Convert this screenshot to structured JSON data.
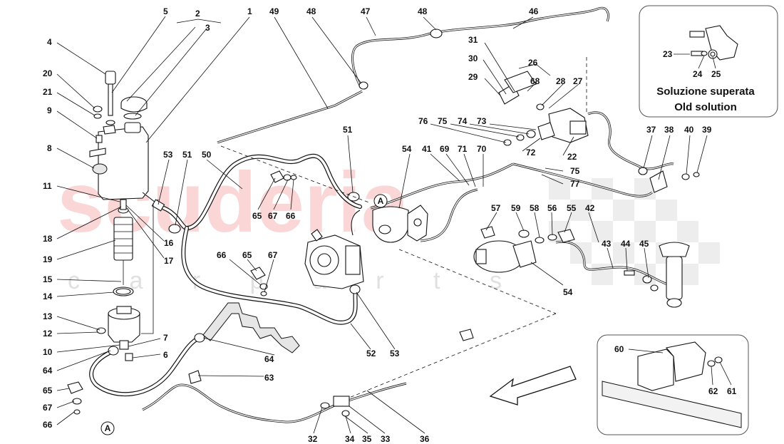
{
  "watermark": {
    "brand": "scuderia",
    "sub": "c a r p a r t s",
    "color": "#f08a8a"
  },
  "inset_top_right": {
    "line1": "Soluzione superata",
    "line2": "Old solution",
    "labels": [
      "23",
      "24",
      "25"
    ]
  },
  "inset_bottom_right": {
    "labels": [
      "60",
      "62",
      "61"
    ]
  },
  "circle_ref": "A",
  "labels": {
    "l1": "1",
    "l2": "2",
    "l3": "3",
    "l4": "4",
    "l5": "5",
    "l6": "6",
    "l7": "7",
    "l8": "8",
    "l9": "9",
    "l10": "10",
    "l11": "11",
    "l12": "12",
    "l13": "13",
    "l14": "14",
    "l15": "15",
    "l16": "16",
    "l17": "17",
    "l18": "18",
    "l19": "19",
    "l20": "20",
    "l21": "21",
    "l22": "22",
    "l26": "26",
    "l27": "27",
    "l28": "28",
    "l29": "29",
    "l30": "30",
    "l31": "31",
    "l32": "32",
    "l33": "33",
    "l34": "34",
    "l35": "35",
    "l36": "36",
    "l37": "37",
    "l38": "38",
    "l39": "39",
    "l40": "40",
    "l41": "41",
    "l42": "42",
    "l43": "43",
    "l44": "44",
    "l45": "45",
    "l46": "46",
    "l47": "47",
    "l48a": "48",
    "l48b": "48",
    "l49": "49",
    "l50": "50",
    "l51a": "51",
    "l51b": "51",
    "l52": "52",
    "l53a": "53",
    "l53b": "53",
    "l54a": "54",
    "l54b": "54",
    "l55": "55",
    "l56": "56",
    "l57": "57",
    "l58": "58",
    "l59": "59",
    "l63": "63",
    "l64a": "64",
    "l64b": "64",
    "l65a": "65",
    "l65b": "65",
    "l65c": "65",
    "l66a": "66",
    "l66b": "66",
    "l66c": "66",
    "l67a": "67",
    "l67b": "67",
    "l67c": "67",
    "l68": "68",
    "l69": "69",
    "l70": "70",
    "l71": "71",
    "l72": "72",
    "l73": "73",
    "l74": "74",
    "l75a": "75",
    "l75b": "75",
    "l76": "76",
    "l77": "77"
  }
}
